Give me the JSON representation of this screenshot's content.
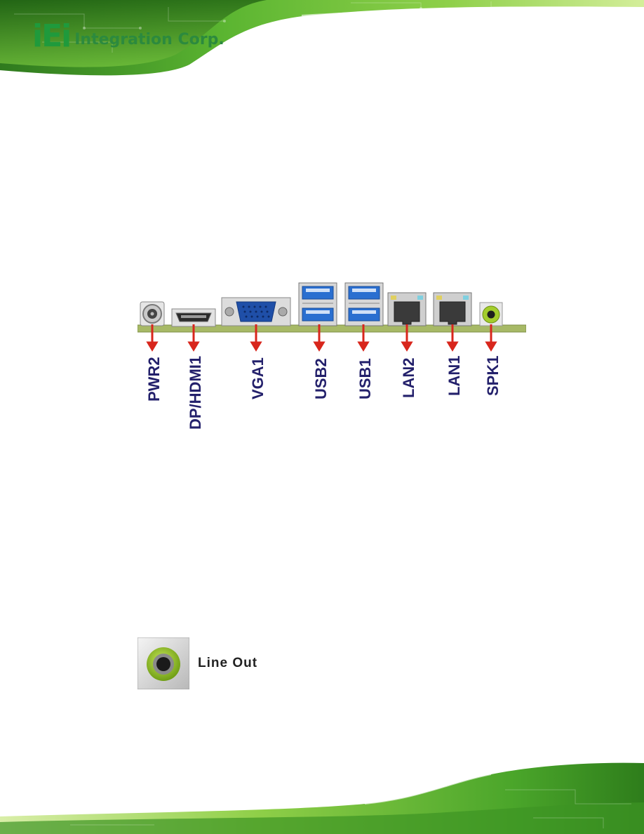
{
  "header": {
    "logo_mark": "iEi",
    "logo_text": "Integration Corp."
  },
  "panel": {
    "connectors": [
      {
        "label": "PWR2"
      },
      {
        "label": "DP/HDMI1"
      },
      {
        "label": "VGA1"
      },
      {
        "label": "USB2"
      },
      {
        "label": "USB1"
      },
      {
        "label": "LAN2"
      },
      {
        "label": "LAN1"
      },
      {
        "label": "SPK1"
      }
    ]
  },
  "audio_port": {
    "label": "Line Out"
  },
  "colors": {
    "brand_green": "#5bb531",
    "label_navy": "#23206b",
    "arrow_red": "#d8261c",
    "board_green": "#a7b966",
    "audio_lime": "#a3cd2c"
  }
}
